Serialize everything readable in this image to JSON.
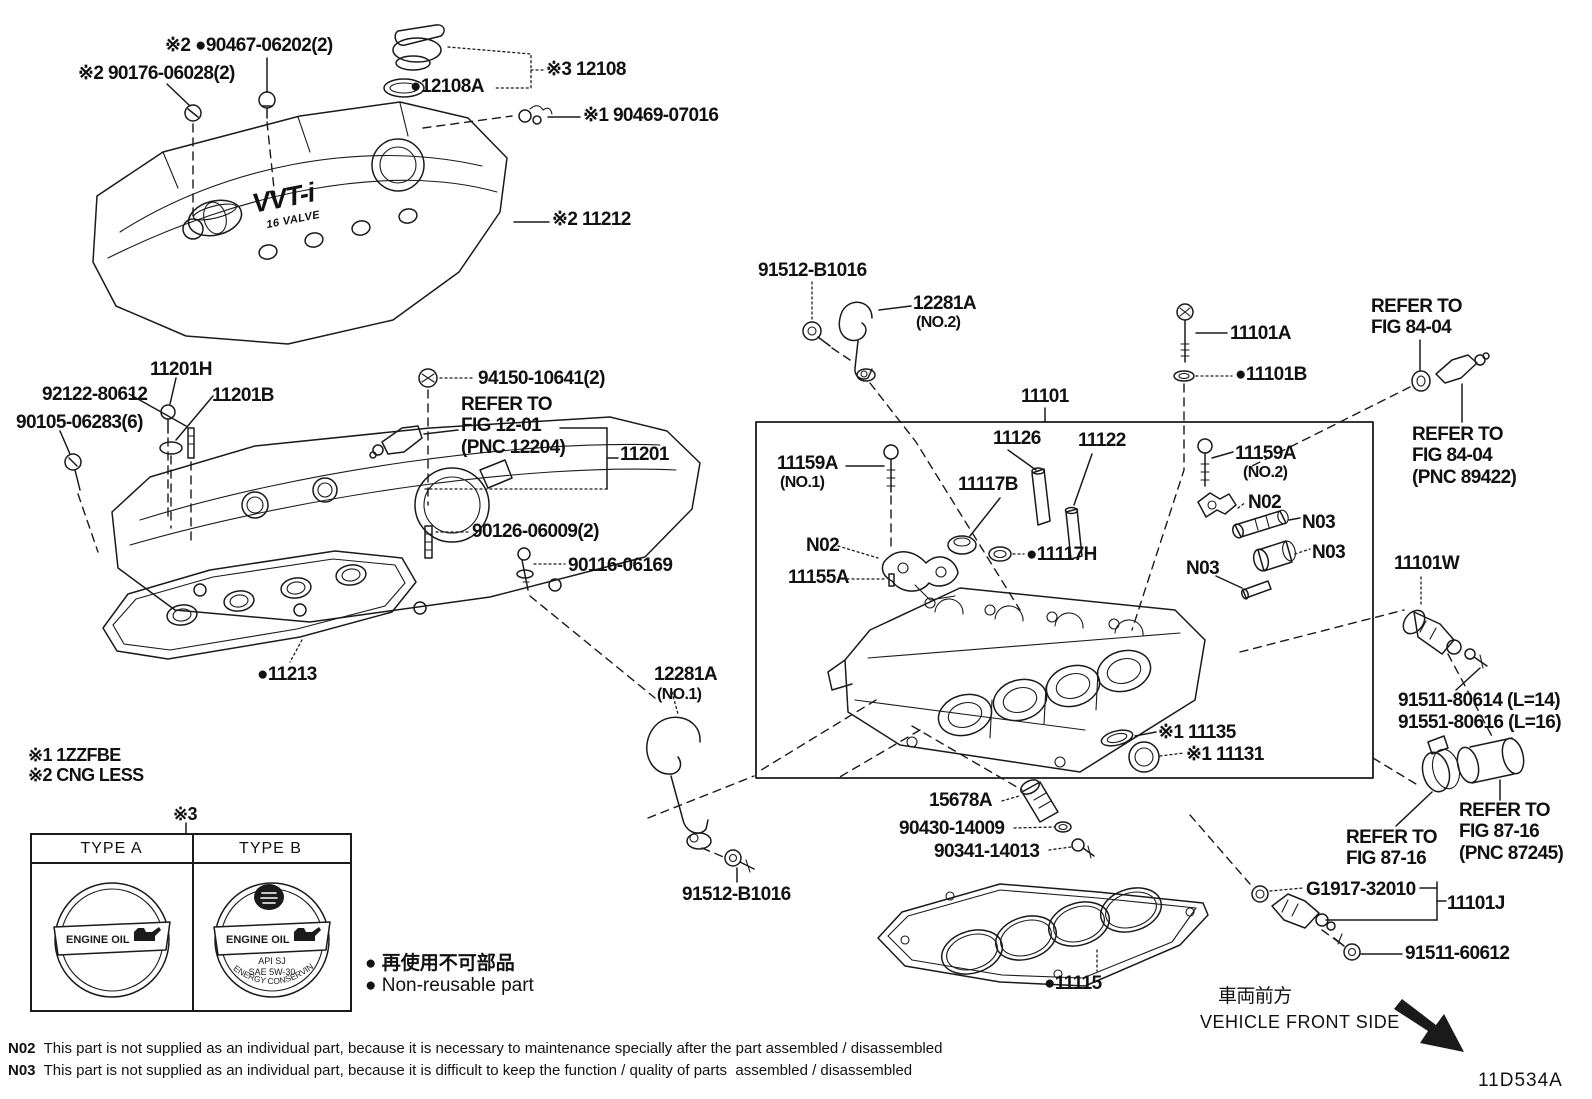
{
  "meta": {
    "figure_code": "11D534A",
    "front_side_jp": "車両前方",
    "front_side_en": "VEHICLE FRONT SIDE"
  },
  "legend": {
    "nonreusable_jp": "● 再使用不可部品",
    "nonreusable_en": "● Non-reusable part"
  },
  "notes": {
    "ref1": "※1 1ZZFBE",
    "ref2": "※2 CNG LESS",
    "ref3": "※3",
    "n02_code": "N02",
    "n02_text": "This part is not supplied as an individual part, because it is necessary to maintenance specially after the part assembled / disassembled",
    "n03_code": "N03",
    "n03_text": "This part is not supplied as an individual part, because it is difficult to keep the function / quality of parts  assembled / disassembled"
  },
  "cover_logo": {
    "main": "VVT-i",
    "sub": "16 VALVE"
  },
  "oil_cap_table": {
    "header_a": "TYPE A",
    "header_b": "TYPE B",
    "cap_a_text": "ENGINE OIL",
    "cap_b_text": "ENGINE OIL",
    "cap_b_line1": "API SJ",
    "cap_b_line2": "SAE 5W-30",
    "cap_b_arc": "ENERGY CONSERVING"
  },
  "callouts": [
    {
      "name": "label-90467-06202",
      "text": "※2 ●90467-06202(2)"
    },
    {
      "name": "label-90176-06028",
      "text": "※2 90176-06028(2)"
    },
    {
      "name": "label-12108A",
      "text": "●12108A"
    },
    {
      "name": "label-12108",
      "text": "※3 12108"
    },
    {
      "name": "label-90469-07016",
      "text": "※1 90469-07016"
    },
    {
      "name": "label-11212",
      "text": "※2 11212"
    },
    {
      "name": "label-11201H",
      "text": "11201H"
    },
    {
      "name": "label-92122-80612",
      "text": "92122-80612"
    },
    {
      "name": "label-90105-06283",
      "text": "90105-06283(6)"
    },
    {
      "name": "label-11201B",
      "text": "11201B"
    },
    {
      "name": "label-94150-10641",
      "text": "94150-10641(2)"
    },
    {
      "name": "refer-fig-12-01",
      "text": "REFER TO\nFIG 12-01\n(PNC 12204)"
    },
    {
      "name": "label-11201",
      "text": "11201"
    },
    {
      "name": "label-90126-06009",
      "text": "90126-06009(2)"
    },
    {
      "name": "label-90116-06169",
      "text": "90116-06169"
    },
    {
      "name": "label-11213",
      "text": "●11213"
    },
    {
      "name": "label-91512-B1016-top",
      "text": "91512-B1016"
    },
    {
      "name": "label-12281A-no2",
      "text": "12281A"
    },
    {
      "name": "label-12281A-no2-sub",
      "text": "(NO.2)"
    },
    {
      "name": "label-11101A",
      "text": "11101A"
    },
    {
      "name": "label-11101B",
      "text": "●11101B"
    },
    {
      "name": "label-11101",
      "text": "11101"
    },
    {
      "name": "refer-fig-84-04-top",
      "text": "REFER TO\nFIG 84-04"
    },
    {
      "name": "refer-fig-84-04-bottom",
      "text": "REFER TO\nFIG 84-04\n(PNC 89422)"
    },
    {
      "name": "label-11159A-no1",
      "text": "11159A"
    },
    {
      "name": "label-11159A-no1-sub",
      "text": "(NO.1)"
    },
    {
      "name": "label-N02-left",
      "text": "N02"
    },
    {
      "name": "label-11155A",
      "text": "11155A"
    },
    {
      "name": "label-11126",
      "text": "11126"
    },
    {
      "name": "label-11122",
      "text": "11122"
    },
    {
      "name": "label-11117B",
      "text": "11117B"
    },
    {
      "name": "label-11117H",
      "text": "●11117H"
    },
    {
      "name": "label-11159A-no2",
      "text": "11159A"
    },
    {
      "name": "label-11159A-no2-sub",
      "text": "(NO.2)"
    },
    {
      "name": "label-N02-right",
      "text": "N02"
    },
    {
      "name": "label-N03-1",
      "text": "N03"
    },
    {
      "name": "label-N03-2",
      "text": "N03"
    },
    {
      "name": "label-N03-3",
      "text": "N03"
    },
    {
      "name": "label-11101W",
      "text": "11101W"
    },
    {
      "name": "label-91511-80614",
      "text": "91511-80614 (L=14)"
    },
    {
      "name": "label-91551-80616",
      "text": "91551-80616 (L=16)"
    },
    {
      "name": "label-11135",
      "text": "※1 11135"
    },
    {
      "name": "label-11131",
      "text": "※1 11131"
    },
    {
      "name": "label-12281A-no1",
      "text": "12281A"
    },
    {
      "name": "label-12281A-no1-sub",
      "text": "(NO.1)"
    },
    {
      "name": "label-91512-B1016-bottom",
      "text": "91512-B1016"
    },
    {
      "name": "label-15678A",
      "text": "15678A"
    },
    {
      "name": "label-90430-14009",
      "text": "90430-14009"
    },
    {
      "name": "label-90341-14013",
      "text": "90341-14013"
    },
    {
      "name": "label-11115",
      "text": "●11115"
    },
    {
      "name": "refer-fig-87-16-left",
      "text": "REFER TO\nFIG 87-16"
    },
    {
      "name": "refer-fig-87-16-right",
      "text": "REFER TO\nFIG 87-16\n(PNC 87245)"
    },
    {
      "name": "label-G1917-32010",
      "text": "G1917-32010"
    },
    {
      "name": "label-11101J",
      "text": "11101J"
    },
    {
      "name": "label-91511-60612",
      "text": "91511-60612"
    }
  ]
}
